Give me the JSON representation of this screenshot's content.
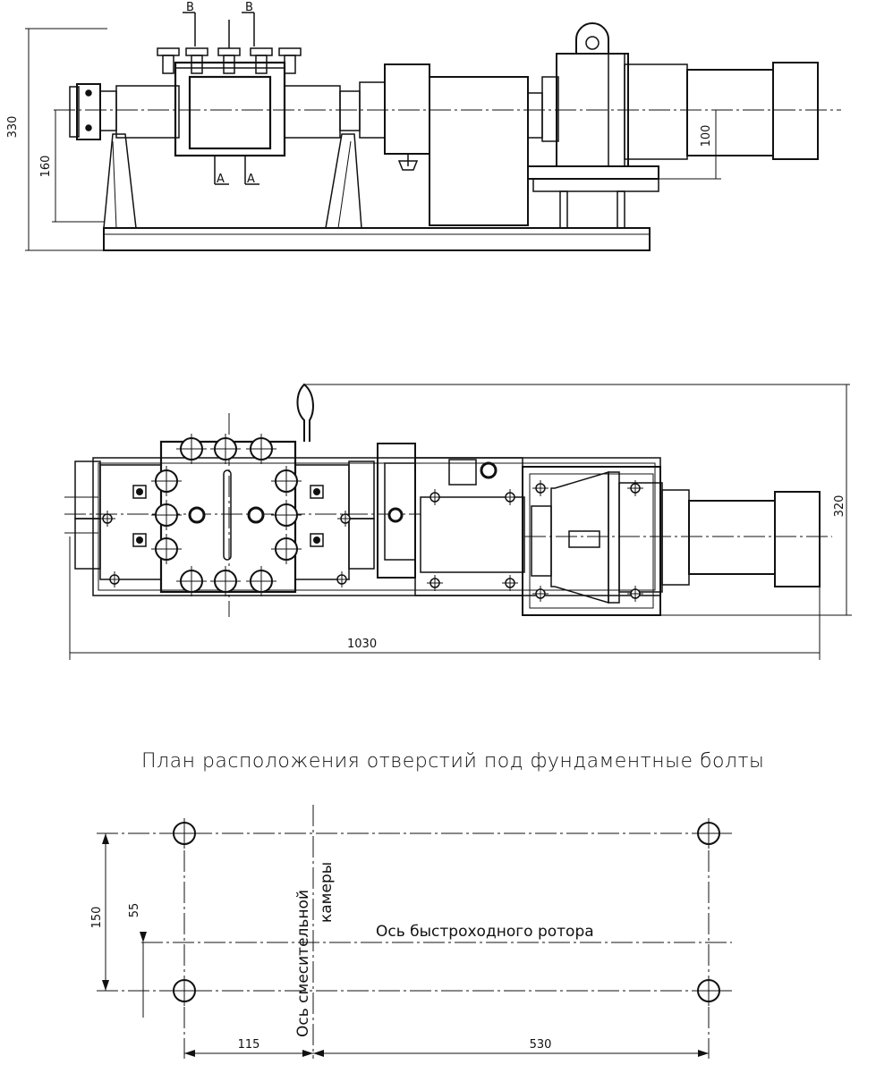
{
  "side_view": {
    "dims": {
      "total_height": "330",
      "axis_height": "160",
      "right_height": "100"
    },
    "section_labels": {
      "b_left": "B",
      "b_right": "B",
      "a_left": "A",
      "a_right": "A"
    }
  },
  "top_view": {
    "dims": {
      "width": "320",
      "length": "1030"
    }
  },
  "foundation_plan": {
    "title": "План расположения отверстий под фундаментные болты",
    "axis_mixing_chamber_line1": "Ось смесительной",
    "axis_mixing_chamber_line2": "камеры",
    "axis_rotor": "Ось быстроходного ротора",
    "dims": {
      "height": "150",
      "offset": "55",
      "left": "115",
      "right": "530"
    }
  }
}
